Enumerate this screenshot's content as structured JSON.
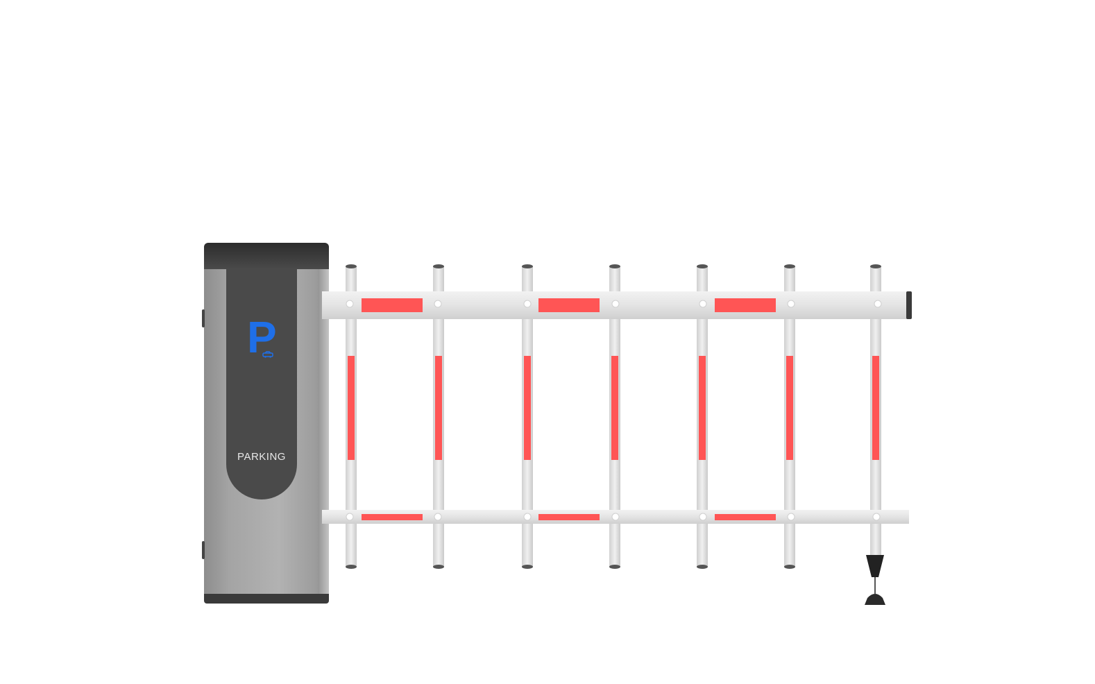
{
  "cabinet": {
    "panel_symbol": "P",
    "panel_label": "PARKING",
    "icon": "car-icon",
    "symbol_color": "#1f6fe8",
    "body_color": "#a4a4a4",
    "top_color": "#2c2c2c"
  },
  "arm": {
    "rail_color": "#e6e6e6",
    "reflector_color": "#ff5555",
    "post_count": 7,
    "support_icon": "foot-support-icon"
  }
}
